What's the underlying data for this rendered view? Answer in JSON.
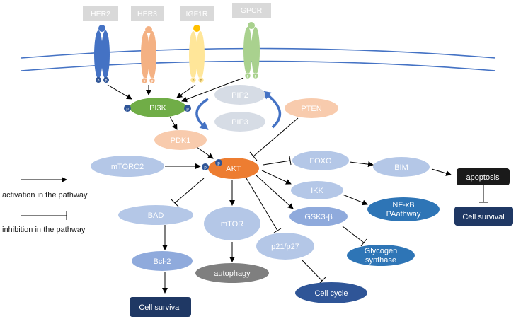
{
  "receptors": {
    "her2": "HER2",
    "her3": "HER3",
    "igf1r": "IGF1R",
    "gpcr": "GPCR"
  },
  "phospho": "p",
  "nodes": {
    "pi3k": "PI3K",
    "pip2": "PIP2",
    "pip3": "PIP3",
    "pten": "PTEN",
    "pdk1": "PDK1",
    "mtorc2": "mTORC2",
    "akt": "AKT",
    "foxo": "FOXO",
    "bim": "BIM",
    "apoptosis": "apoptosis",
    "cell_survival_right": "Cell survival",
    "ikk": "IKK",
    "nfkb_line1": "NF-κB",
    "nfkb_line2": "PAathway",
    "gsk3b": "GSK3-β",
    "glycogen_line1": "Glycogen",
    "glycogen_line2": "synthase",
    "bad": "BAD",
    "mtor": "mTOR",
    "p21p27": "p21/p27",
    "bcl2": "Bcl-2",
    "autophagy": "autophagy",
    "cell_cycle": "Cell cycle",
    "cell_survival_left": "Cell survival"
  },
  "legend": {
    "activation": "activation in the pathway",
    "inhibition": "inhibition in the pathway"
  },
  "colors": {
    "her2": "#4472c4",
    "her3": "#f4b183",
    "igf1r": "#ffe699",
    "gpcr": "#a9d18e",
    "pi3k": "#70ad47",
    "akt": "#ed7d31",
    "pten": "#f8cbad",
    "light_node": "#b4c7e7",
    "mid_node": "#8faadc",
    "dark_navy": "#1f3864",
    "mid_blue": "#2e75b6",
    "gray": "#7f7f7f",
    "black": "#1a1a1a",
    "membrane": "#4472c4"
  }
}
